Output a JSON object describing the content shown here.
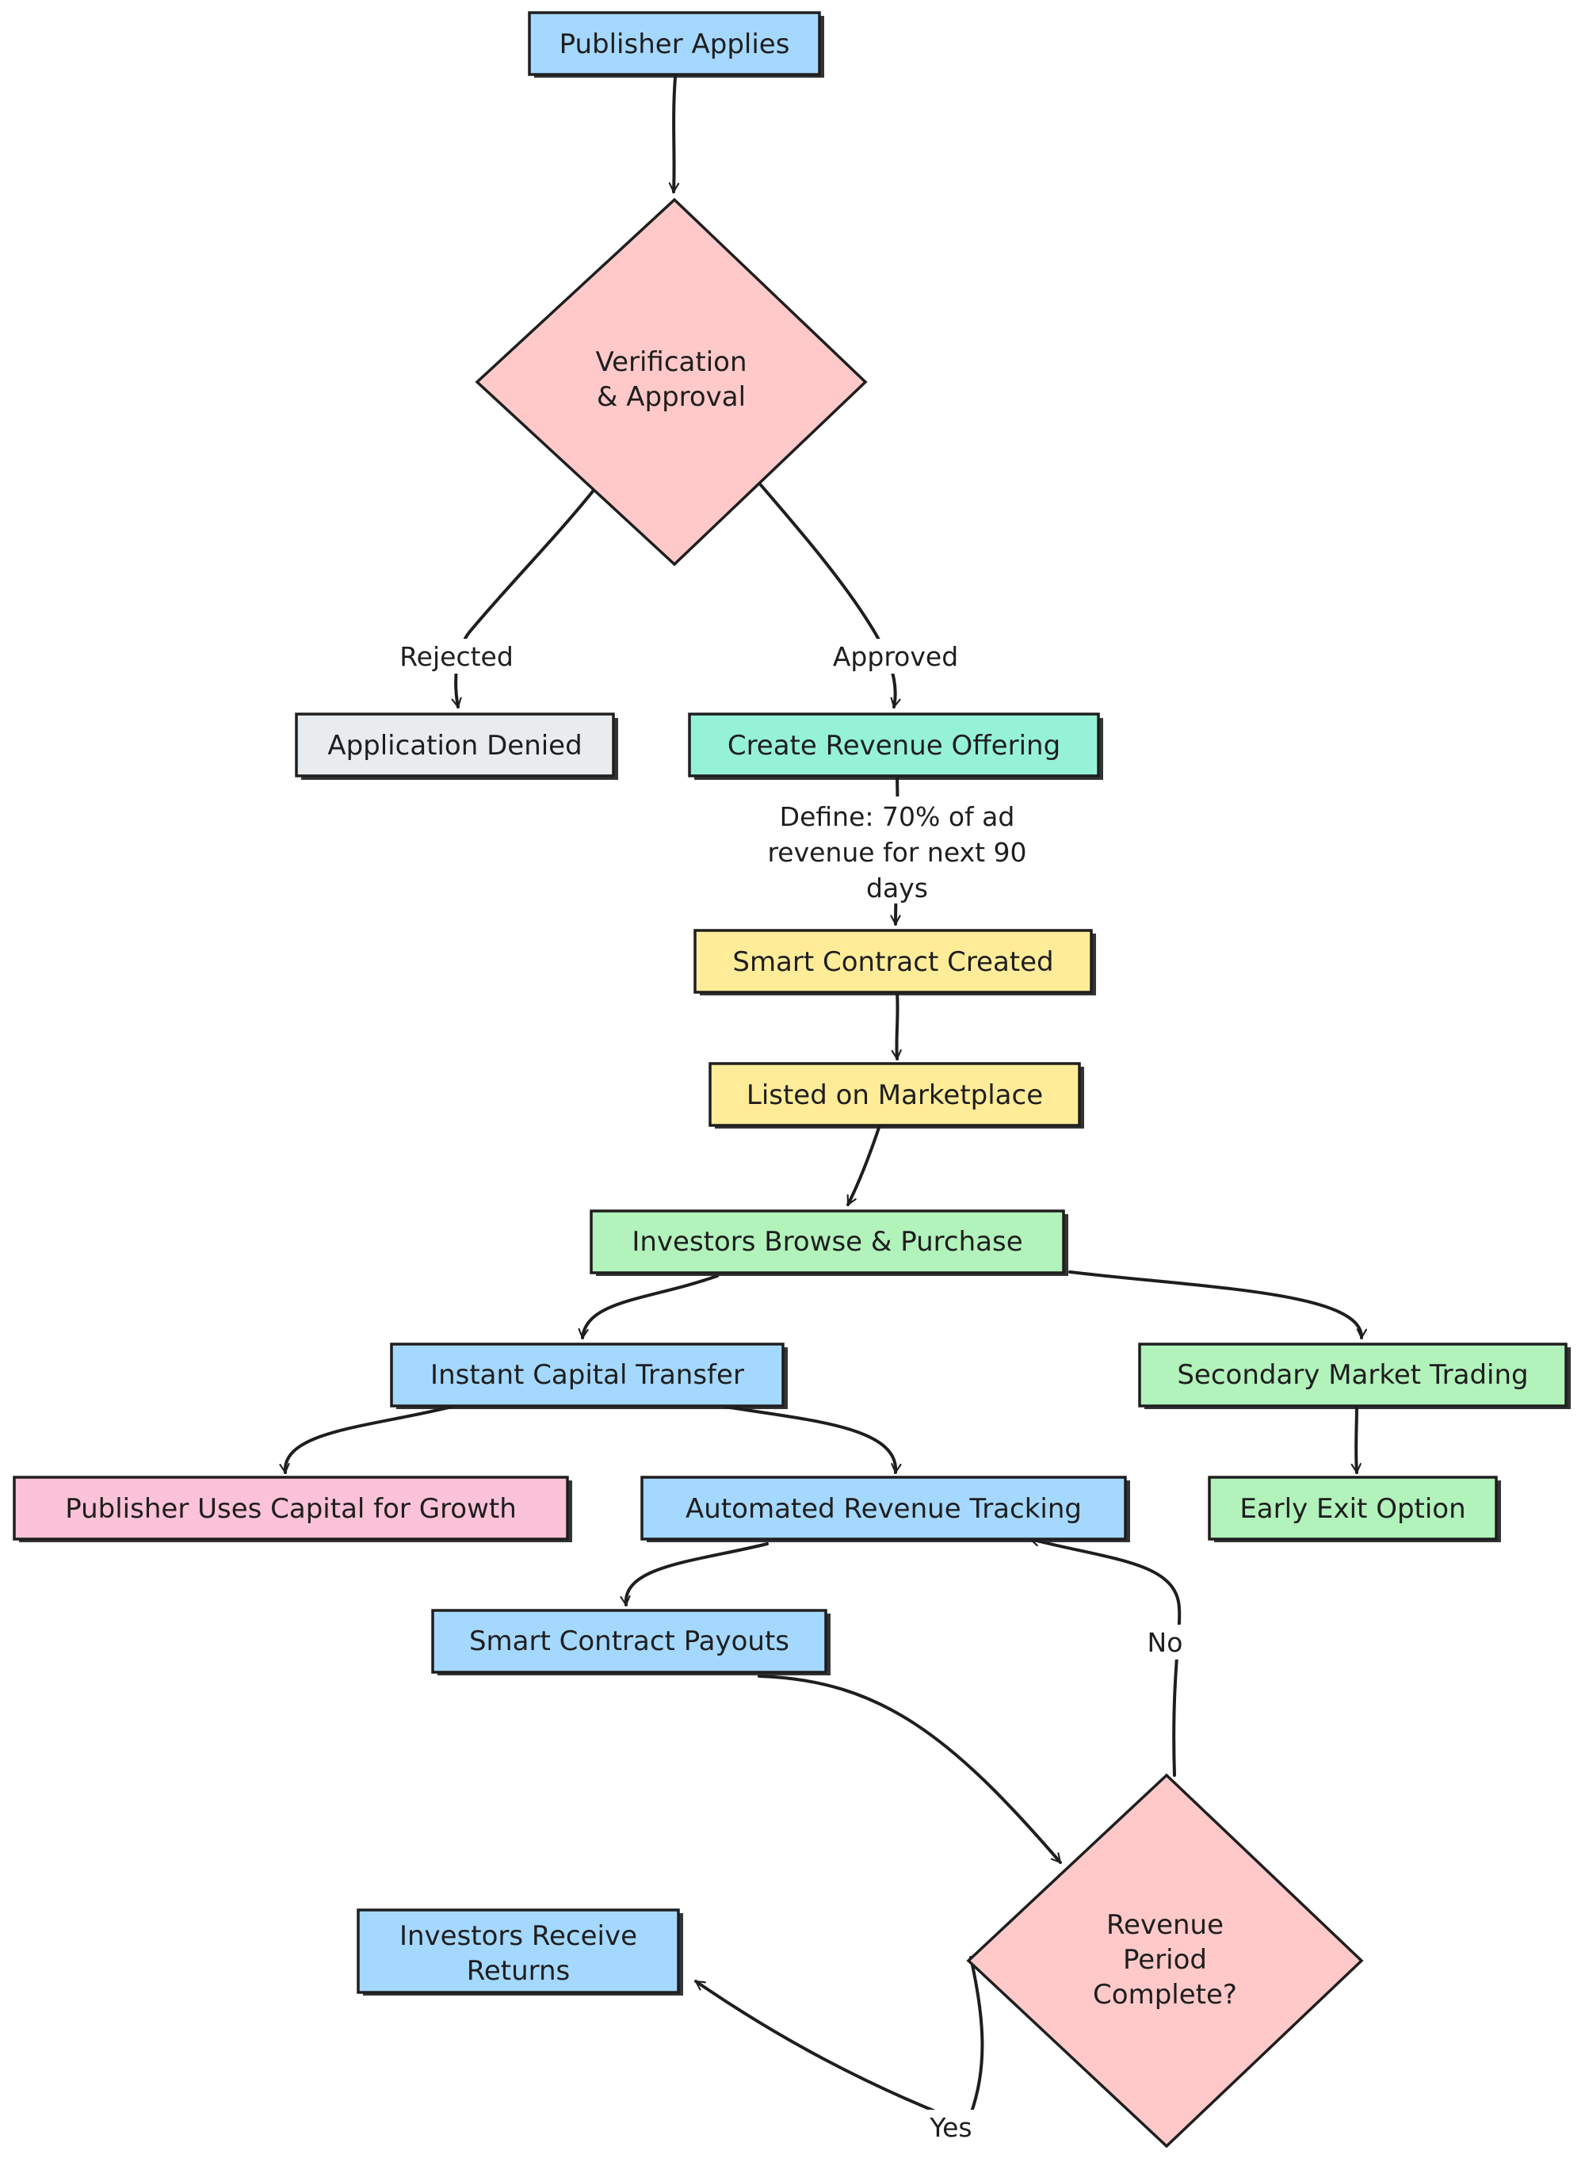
{
  "colors": {
    "blue": "#a5d8ff",
    "red": "#ffc9c9",
    "gray": "#e9ecef",
    "teal": "#96f2d7",
    "yellow": "#ffec99",
    "green": "#b2f2bb",
    "pink": "#fcc2d7",
    "stroke": "#1e1e1e"
  },
  "nodes": {
    "publisher_applies": "Publisher Applies",
    "verification": [
      "Verification",
      "& Approval"
    ],
    "application_denied": "Application Denied",
    "create_offering": "Create Revenue Offering",
    "smart_contract_created": "Smart Contract Created",
    "listed_marketplace": "Listed on Marketplace",
    "investors_browse": "Investors Browse & Purchase",
    "instant_capital": "Instant Capital Transfer",
    "secondary_market": "Secondary Market Trading",
    "publisher_uses_capital": "Publisher Uses Capital for Growth",
    "automated_tracking": "Automated Revenue Tracking",
    "early_exit": "Early Exit Option",
    "smart_contract_payouts": "Smart Contract Payouts",
    "investors_receive": [
      "Investors Receive",
      "Returns"
    ],
    "revenue_period": [
      "Revenue",
      "Period",
      "Complete?"
    ]
  },
  "edges": {
    "rejected": "Rejected",
    "approved": "Approved",
    "define": [
      "Define: 70% of ad",
      "revenue for next 90",
      "days"
    ],
    "no": "No",
    "yes": "Yes"
  }
}
